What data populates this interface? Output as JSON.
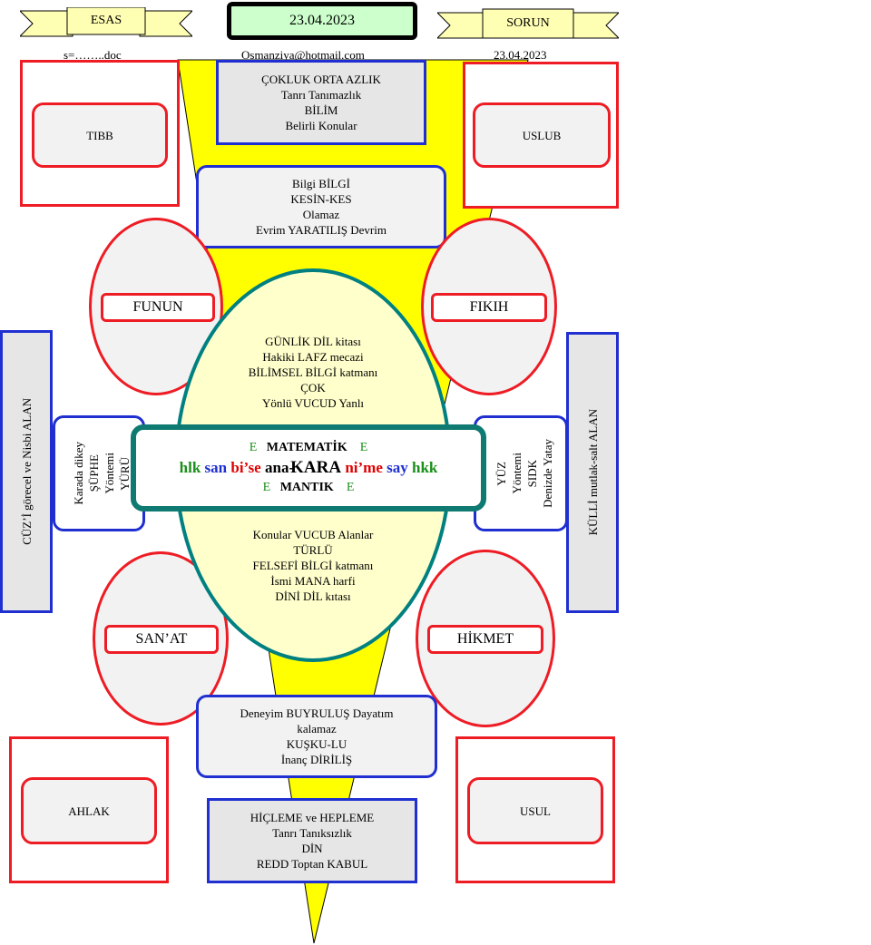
{
  "header": {
    "date_box": "23.04.2023",
    "left_banner": "ESAS",
    "right_banner": "SORUN",
    "left_sub": "s=……..doc",
    "center_sub": "Osmanziya@hotmail.com",
    "right_sub": "23.04.2023"
  },
  "top_box": {
    "lines": [
      "ÇOKLUK ORTA AZLIK",
      "Tanrı Tanımazlık",
      "BİLİM",
      "Belirli Konular"
    ]
  },
  "upper_box": {
    "lines": [
      "Bilgi BİLGİ",
      "KESİN-KES",
      "Olamaz",
      "Evrim YARATILIŞ Devrim"
    ]
  },
  "corners": {
    "tl": "TIBB",
    "tr": "USLUB",
    "bl": "AHLAK",
    "br": "USUL"
  },
  "circles": {
    "ul": "FUNUN",
    "ur": "FIKIH",
    "ll": "SAN’AT",
    "lr": "HİKMET"
  },
  "ellipse_upper": {
    "lines": [
      "GÜNLİK DİL kitası",
      "Hakiki LAFZ mecazi",
      "BİLİMSEL BİLGİ katmanı",
      "ÇOK",
      "Yönlü  VUCUD Yanlı"
    ]
  },
  "ellipse_lower": {
    "lines": [
      "Konular  VUCUB Alanlar",
      "TÜRLÜ",
      "FELSEFİ BİLGİ katmanı",
      "İsmi MANA  harfi",
      "DİNİ DİL kıtası"
    ]
  },
  "center": {
    "e_mark": "E",
    "top_word": "MATEMATİK",
    "bottom_word": "MANTIK",
    "main_words": [
      "hlk",
      "san",
      "bi’se",
      "ana-",
      "KARA",
      "ni’me",
      "say",
      "hkk"
    ]
  },
  "side_left_outer": "CÜZ’İ   görecel ve Nisbi  ALAN",
  "side_right_outer": "KÜLLİ  mutlak-salt ALAN",
  "side_left_inner": [
    "Karada dikey",
    "ŞÜPHE",
    "Yöntemi",
    "YÜRÜ"
  ],
  "side_right_inner": [
    "YÜZ",
    "Yöntemi",
    "SIDK",
    "Denizde Yatay"
  ],
  "lower_box": {
    "lines": [
      "Deneyim BUYRULUŞ  Dayatım",
      "kalamaz",
      "KUŞKU-LU",
      "İnanç DİRİLİŞ"
    ]
  },
  "bottom_box": {
    "lines": [
      "HİÇLEME ve HEPLEME",
      "Tanrı Tanıksızlık",
      "DİN",
      "REDD Toptan KABUL"
    ]
  },
  "colors": {
    "red": "#ee1c24",
    "blue": "#1f2fd0",
    "teal": "#0e7a72",
    "yellow": "#ffff00",
    "banner": "#ffffb3",
    "date_bg": "#ccffcc"
  }
}
